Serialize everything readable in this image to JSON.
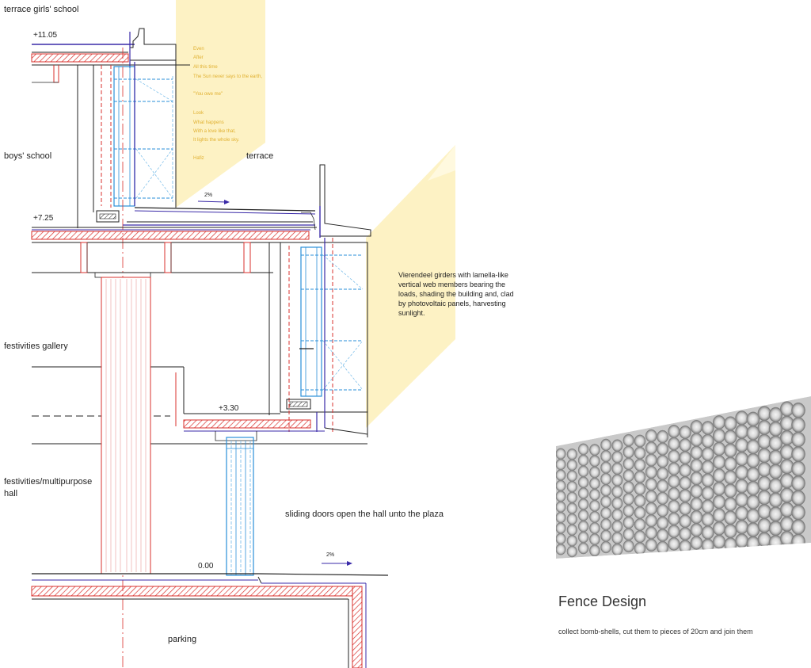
{
  "labels": {
    "terrace_girls_school": "terrace girls' school",
    "boys_school": "boys' school",
    "terrace": "terrace",
    "festivities_gallery": "festivities gallery",
    "multipurpose_line1": "festivities/multipurpose",
    "multipurpose_line2": "hall",
    "parking": "parking",
    "sliding_doors": "sliding doors open the hall unto the plaza"
  },
  "levels": {
    "top": "+11.05",
    "upper": "+7.25",
    "gallery": "+3.30",
    "ground": "0.00"
  },
  "slopes": {
    "terrace": "2%",
    "plaza": "2%"
  },
  "poem": {
    "lines": [
      "Even",
      "After",
      "All this time",
      "The Sun never says to the earth,",
      "",
      "\"You owe me\"",
      "",
      "Look",
      "What happens",
      "With a love like that,",
      "It lights the whole sky.",
      "",
      "Hafiz"
    ]
  },
  "girder_note": {
    "lines": [
      "Vierendeel girders with lamella-like",
      "vertical web members bearing the",
      "loads, shading the building and, clad",
      "by photovoltaic panels, harvesting",
      "sunlight."
    ]
  },
  "fence": {
    "title": "Fence Design",
    "subtitle": "collect bomb-shells, cut them to pieces of 20cm and join them"
  },
  "colors": {
    "red_line": "#d9302c",
    "blue_line": "#2a8fd8",
    "purple_line": "#3a2aa8",
    "sun_beam": "#fdf2c4",
    "poem_text": "#e0b030"
  }
}
